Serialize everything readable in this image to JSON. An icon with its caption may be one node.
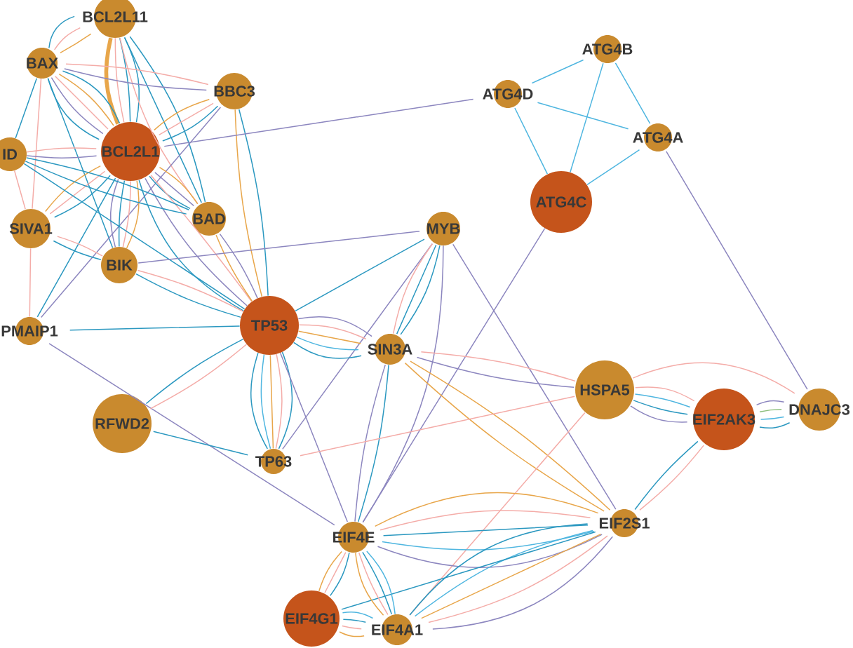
{
  "diagram": {
    "nodes": [
      {
        "text": [
          "BCL2L11"
        ]
      },
      {
        "text": [
          "ATG4B"
        ]
      },
      {
        "text": [
          "BAX"
        ]
      },
      {
        "text": [
          "BBC3"
        ]
      },
      {
        "text": [
          "ATG4D"
        ]
      },
      {
        "text": [
          "ATG4A"
        ]
      },
      {
        "text": [
          "ID"
        ]
      },
      {
        "text": [
          "BCL2L1"
        ]
      },
      {
        "text": [
          "ATG4C"
        ]
      },
      {
        "text": [
          "BAD"
        ]
      },
      {
        "text": [
          "SIVA1"
        ]
      },
      {
        "text": [
          "MYB"
        ]
      },
      {
        "text": [
          "BIK"
        ]
      },
      {
        "text": [
          "PMAIP1"
        ]
      },
      {
        "text": [
          "TP53"
        ]
      },
      {
        "text": [
          "SIN3A"
        ]
      },
      {
        "text": [
          "HSPA5"
        ]
      },
      {
        "text": [
          "EIF2AK3"
        ]
      },
      {
        "text": [
          "DNAJC3"
        ]
      },
      {
        "text": [
          "RFWD2"
        ]
      },
      {
        "text": [
          "TP63"
        ]
      },
      {
        "text": [
          "EIF2S1"
        ]
      },
      {
        "text": [
          "EIF4E"
        ]
      },
      {
        "text": [
          "EIF4G1"
        ]
      },
      {
        "text": [
          "EIF4A1"
        ]
      }
    ],
    "edges": [
      {
        "from": 0,
        "to": 7,
        "arrow": "none",
        "style": "thick",
        "color": "#e8a64a"
      },
      {
        "from": 0,
        "to": 7,
        "arrow": "none",
        "color": "#f4aca8"
      },
      {
        "from": 0,
        "to": 7,
        "arrow": "none"
      },
      {
        "from": 0,
        "to": 7,
        "arrow": "none"
      },
      {
        "from": 0,
        "to": 2,
        "arrow": "none"
      },
      {
        "from": 0,
        "to": 2,
        "arrow": "none",
        "color": "#f4aca8"
      },
      {
        "from": 0,
        "to": 2,
        "arrow": "none",
        "color": "#e8a64a"
      },
      {
        "from": 0,
        "to": 9,
        "arrow": "none",
        "color": "#f4aca8"
      },
      {
        "from": 0,
        "to": 9,
        "arrow": "none"
      },
      {
        "from": 0,
        "to": 9,
        "arrow": "none"
      },
      {
        "from": 1,
        "to": 4,
        "arrow": "none",
        "color": "#4fb6e0"
      },
      {
        "from": 1,
        "to": 8,
        "arrow": "none",
        "color": "#4fb6e0"
      },
      {
        "from": 1,
        "to": 5,
        "arrow": "none",
        "color": "#4fb6e0"
      },
      {
        "from": 4,
        "to": 5,
        "arrow": "none",
        "color": "#4fb6e0"
      },
      {
        "from": 4,
        "to": 8,
        "arrow": "none",
        "color": "#4fb6e0"
      },
      {
        "from": 5,
        "to": 8,
        "arrow": "none",
        "color": "#4fb6e0"
      },
      {
        "from": 5,
        "to": 18,
        "arrow": "none",
        "color": "#8c86bf"
      },
      {
        "from": 8,
        "to": 22,
        "arrow": "none",
        "color": "#8c86bf"
      },
      {
        "from": 2,
        "to": 7,
        "arrow": "none"
      },
      {
        "from": 2,
        "to": 7,
        "arrow": "none",
        "color": "#8c86bf"
      },
      {
        "from": 2,
        "to": 7,
        "arrow": "none",
        "color": "#f4aca8"
      },
      {
        "from": 2,
        "to": 7,
        "arrow": "none",
        "color": "#e8a64a"
      },
      {
        "from": 2,
        "to": 7,
        "arrow": "none"
      },
      {
        "from": 2,
        "to": 3,
        "arrow": "none",
        "color": "#8c86bf"
      },
      {
        "from": 2,
        "to": 3,
        "arrow": "none",
        "color": "#f4aca8"
      },
      {
        "from": 2,
        "to": 6,
        "arrow": "none"
      },
      {
        "from": 2,
        "to": 10,
        "arrow": "none",
        "color": "#f4aca8"
      },
      {
        "from": 2,
        "to": 12,
        "arrow": "none"
      },
      {
        "from": 3,
        "to": 7,
        "arrow": "none",
        "color": "#e8a64a"
      },
      {
        "from": 3,
        "to": 7,
        "arrow": "none",
        "color": "#f4aca8"
      },
      {
        "from": 3,
        "to": 7,
        "arrow": "none"
      },
      {
        "from": 3,
        "to": 13,
        "arrow": "none",
        "color": "#8c86bf"
      },
      {
        "from": 3,
        "to": 14,
        "arrow": "none",
        "color": "#e8a64a"
      },
      {
        "from": 3,
        "to": 14,
        "arrow": "none"
      },
      {
        "from": 7,
        "to": 6,
        "arrow": "none",
        "color": "#8c86bf"
      },
      {
        "from": 7,
        "to": 6,
        "arrow": "none",
        "color": "#f4aca8"
      },
      {
        "from": 7,
        "to": 10,
        "arrow": "none",
        "color": "#e8a64a"
      },
      {
        "from": 7,
        "to": 10,
        "arrow": "none",
        "color": "#f4aca8"
      },
      {
        "from": 7,
        "to": 10,
        "arrow": "none"
      },
      {
        "from": 7,
        "to": 9,
        "arrow": "none"
      },
      {
        "from": 7,
        "to": 9,
        "arrow": "none",
        "color": "#8c86bf"
      },
      {
        "from": 7,
        "to": 9,
        "arrow": "none",
        "color": "#e8a64a"
      },
      {
        "from": 7,
        "to": 12,
        "arrow": "none",
        "color": "#8c86bf"
      },
      {
        "from": 7,
        "to": 12,
        "arrow": "none"
      },
      {
        "from": 7,
        "to": 12,
        "arrow": "none",
        "color": "#f4aca8"
      },
      {
        "from": 7,
        "to": 12,
        "arrow": "none",
        "color": "#e8a64a"
      },
      {
        "from": 7,
        "to": 13,
        "arrow": "none"
      },
      {
        "from": 7,
        "to": 14,
        "arrow": "none"
      },
      {
        "from": 7,
        "to": 14,
        "arrow": "none",
        "color": "#8c86bf"
      },
      {
        "from": 7,
        "to": 14,
        "arrow": "none",
        "color": "#f4aca8"
      },
      {
        "from": 7,
        "to": 4,
        "arrow": "none",
        "color": "#8c86bf"
      },
      {
        "from": 6,
        "to": 9,
        "arrow": "none"
      },
      {
        "from": 6,
        "to": 9,
        "arrow": "none"
      },
      {
        "from": 6,
        "to": 14,
        "arrow": "none"
      },
      {
        "from": 6,
        "to": 10,
        "arrow": "none",
        "color": "#f4aca8"
      },
      {
        "from": 10,
        "to": 12,
        "arrow": "none"
      },
      {
        "from": 10,
        "to": 12,
        "arrow": "none",
        "color": "#f4aca8"
      },
      {
        "from": 10,
        "to": 13,
        "arrow": "none",
        "color": "#f4aca8"
      },
      {
        "from": 9,
        "to": 14,
        "arrow": "none",
        "color": "#e8a64a"
      },
      {
        "from": 9,
        "to": 14,
        "arrow": "none",
        "color": "#8c86bf"
      },
      {
        "from": 12,
        "to": 11,
        "arrow": "none",
        "color": "#8c86bf"
      },
      {
        "from": 11,
        "to": 14,
        "arrow": "none"
      },
      {
        "from": 11,
        "to": 20,
        "arrow": "none",
        "color": "#8c86bf"
      },
      {
        "from": 11,
        "to": 15,
        "arrow": "none",
        "color": "#f4aca8"
      },
      {
        "from": 11,
        "to": 15,
        "arrow": "none"
      },
      {
        "from": 11,
        "to": 15,
        "arrow": "none"
      },
      {
        "from": 11,
        "to": 22,
        "arrow": "none",
        "color": "#8c86bf"
      },
      {
        "from": 11,
        "to": 21,
        "arrow": "none",
        "color": "#8c86bf"
      },
      {
        "from": 12,
        "to": 14,
        "arrow": "none"
      },
      {
        "from": 12,
        "to": 14,
        "arrow": "none",
        "color": "#f4aca8"
      },
      {
        "from": 13,
        "to": 14,
        "arrow": "none"
      },
      {
        "from": 13,
        "to": 22,
        "arrow": "none",
        "color": "#8c86bf"
      },
      {
        "from": 14,
        "to": 19,
        "arrow": "none"
      },
      {
        "from": 14,
        "to": 19,
        "arrow": "none",
        "color": "#f4aca8"
      },
      {
        "from": 14,
        "to": 20,
        "arrow": "none"
      },
      {
        "from": 14,
        "to": 20,
        "arrow": "none",
        "color": "#4fb6e0"
      },
      {
        "from": 14,
        "to": 20,
        "arrow": "none",
        "color": "#e8a64a"
      },
      {
        "from": 14,
        "to": 20,
        "arrow": "none",
        "color": "#f4aca8"
      },
      {
        "from": 14,
        "to": 20,
        "arrow": "none"
      },
      {
        "from": 14,
        "to": 15,
        "arrow": "none"
      },
      {
        "from": 14,
        "to": 15,
        "arrow": "none",
        "color": "#4fb6e0"
      },
      {
        "from": 14,
        "to": 15,
        "arrow": "none",
        "color": "#e8a64a"
      },
      {
        "from": 14,
        "to": 15,
        "arrow": "none",
        "color": "#f4aca8"
      },
      {
        "from": 14,
        "to": 15,
        "arrow": "none",
        "color": "#8c86bf"
      },
      {
        "from": 14,
        "to": 22,
        "arrow": "none",
        "color": "#8c86bf"
      },
      {
        "from": 15,
        "to": 16,
        "arrow": "none",
        "color": "#8c86bf"
      },
      {
        "from": 15,
        "to": 16,
        "arrow": "none",
        "color": "#f4aca8"
      },
      {
        "from": 15,
        "to": 21,
        "arrow": "none",
        "color": "#e8a64a"
      },
      {
        "from": 15,
        "to": 21,
        "arrow": "none",
        "color": "#e8a64a"
      },
      {
        "from": 15,
        "to": 22,
        "arrow": "none",
        "color": "#8c86bf"
      },
      {
        "from": 15,
        "to": 22,
        "arrow": "none"
      },
      {
        "from": 16,
        "to": 17,
        "arrow": "none",
        "color": "#8c86bf"
      },
      {
        "from": 16,
        "to": 17,
        "arrow": "none"
      },
      {
        "from": 16,
        "to": 17,
        "arrow": "none",
        "color": "#4fb6e0"
      },
      {
        "from": 16,
        "to": 17,
        "arrow": "none",
        "color": "#f4aca8"
      },
      {
        "from": 16,
        "to": 18,
        "arrow": "none",
        "color": "#f4aca8"
      },
      {
        "from": 16,
        "to": 24,
        "arrow": "none",
        "color": "#f4aca8"
      },
      {
        "from": 20,
        "to": 16,
        "arrow": "none",
        "color": "#f4aca8"
      },
      {
        "from": 17,
        "to": 18,
        "arrow": "none"
      },
      {
        "from": 17,
        "to": 18,
        "arrow": "none",
        "color": "#4fb6e0"
      },
      {
        "from": 17,
        "to": 18,
        "arrow": "none",
        "color": "#8dbf7c"
      },
      {
        "from": 17,
        "to": 18,
        "arrow": "none",
        "color": "#8c86bf"
      },
      {
        "from": 17,
        "to": 21,
        "arrow": "none"
      },
      {
        "from": 17,
        "to": 21,
        "arrow": "none",
        "color": "#f4aca8"
      },
      {
        "from": 19,
        "to": 20,
        "arrow": "none"
      },
      {
        "from": 21,
        "to": 22,
        "arrow": "none",
        "color": "#e8a64a"
      },
      {
        "from": 21,
        "to": 22,
        "arrow": "none",
        "color": "#f4aca8"
      },
      {
        "from": 21,
        "to": 22,
        "arrow": "none"
      },
      {
        "from": 21,
        "to": 22,
        "arrow": "none",
        "color": "#4fb6e0"
      },
      {
        "from": 21,
        "to": 22,
        "arrow": "none",
        "color": "#8c86bf"
      },
      {
        "from": 21,
        "to": 24,
        "arrow": "none"
      },
      {
        "from": 21,
        "to": 24,
        "arrow": "none",
        "color": "#4fb6e0"
      },
      {
        "from": 21,
        "to": 24,
        "arrow": "none",
        "color": "#e8a64a"
      },
      {
        "from": 21,
        "to": 24,
        "arrow": "none",
        "color": "#f4aca8"
      },
      {
        "from": 21,
        "to": 24,
        "arrow": "none",
        "color": "#8c86bf"
      },
      {
        "from": 21,
        "to": 23,
        "arrow": "none"
      },
      {
        "from": 22,
        "to": 23,
        "arrow": "none",
        "color": "#e8a64a"
      },
      {
        "from": 22,
        "to": 23,
        "arrow": "none",
        "color": "#f4aca8"
      },
      {
        "from": 22,
        "to": 23,
        "arrow": "none"
      },
      {
        "from": 22,
        "to": 24,
        "arrow": "none",
        "color": "#e8a64a"
      },
      {
        "from": 22,
        "to": 24,
        "arrow": "none",
        "color": "#f4aca8"
      },
      {
        "from": 22,
        "to": 24,
        "arrow": "none"
      },
      {
        "from": 22,
        "to": 24,
        "arrow": "none",
        "color": "#4fb6e0"
      },
      {
        "from": 23,
        "to": 24,
        "arrow": "none",
        "color": "#e8a64a"
      },
      {
        "from": 23,
        "to": 24,
        "arrow": "none",
        "color": "#f4aca8"
      },
      {
        "from": 23,
        "to": 24,
        "arrow": "none"
      },
      {
        "from": 23,
        "to": 24,
        "arrow": "none",
        "color": "#4fb6e0"
      }
    ]
  }
}
